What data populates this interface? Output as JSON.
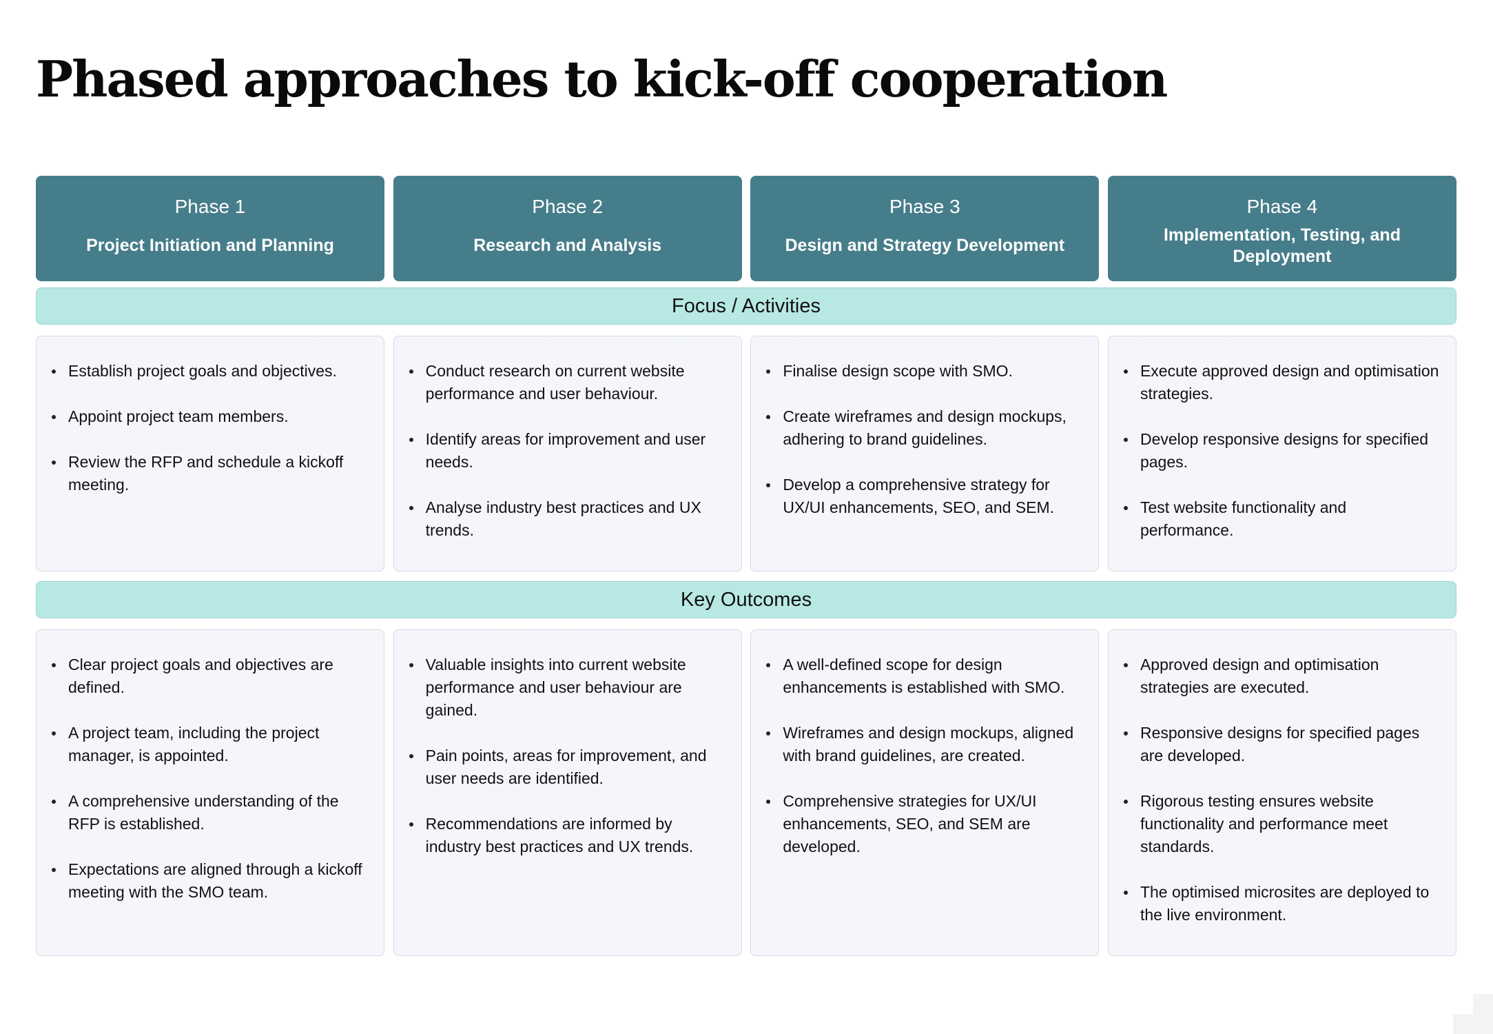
{
  "title": "Phased approaches to kick-off cooperation",
  "phases": [
    {
      "number": "Phase 1",
      "name": "Project Initiation and Planning"
    },
    {
      "number": "Phase 2",
      "name": "Research and Analysis"
    },
    {
      "number": "Phase 3",
      "name": "Design and Strategy Development"
    },
    {
      "number": "Phase 4",
      "name": "Implementation, Testing, and Deployment"
    }
  ],
  "sections": {
    "focus": {
      "label": "Focus / Activities",
      "columns": [
        [
          "Establish project goals and objectives.",
          "Appoint project team members.",
          "Review the RFP and schedule a kickoff meeting."
        ],
        [
          "Conduct research on current website performance and user behaviour.",
          "Identify areas for improvement and user needs.",
          "Analyse industry best practices and UX trends."
        ],
        [
          "Finalise design scope with SMO.",
          "Create wireframes and design mockups, adhering to brand guidelines.",
          "Develop a comprehensive strategy for UX/UI enhancements, SEO, and SEM."
        ],
        [
          "Execute approved design and optimisation strategies.",
          "Develop responsive designs for specified pages.",
          "Test website functionality and performance."
        ]
      ]
    },
    "outcomes": {
      "label": "Key Outcomes",
      "columns": [
        [
          "Clear project goals and objectives are defined.",
          "A project team, including the project manager, is appointed.",
          "A comprehensive understanding of the RFP is established.",
          "Expectations are aligned through a kickoff meeting with the SMO team."
        ],
        [
          "Valuable insights into current website performance and user behaviour are gained.",
          "Pain points, areas for improvement, and user needs are identified.",
          "Recommendations are informed by industry best practices and UX trends."
        ],
        [
          "A well-defined scope for design enhancements is established with SMO.",
          "Wireframes and design mockups, aligned with brand guidelines, are created.",
          "Comprehensive strategies for UX/UI enhancements, SEO, and SEM are developed."
        ],
        [
          "Approved design and optimisation strategies are executed.",
          "Responsive designs for specified pages are developed.",
          "Rigorous testing ensures website functionality and performance meet standards.",
          "The optimised microsites are deployed to the live environment."
        ]
      ]
    }
  },
  "colors": {
    "header_bg": "#467d8a",
    "band_bg": "#b8e8e4",
    "card_bg": "#f5f6fb"
  }
}
